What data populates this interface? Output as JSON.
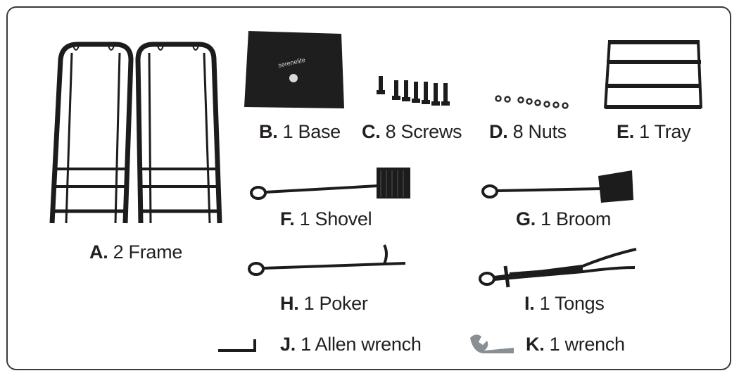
{
  "parts": [
    {
      "letter": "A.",
      "text": "2 Frame"
    },
    {
      "letter": "B.",
      "text": "1 Base"
    },
    {
      "letter": "C.",
      "text": "8 Screws"
    },
    {
      "letter": "D.",
      "text": "8 Nuts"
    },
    {
      "letter": "E.",
      "text": "1 Tray"
    },
    {
      "letter": "F.",
      "text": "1 Shovel"
    },
    {
      "letter": "G.",
      "text": "1 Broom"
    },
    {
      "letter": "H.",
      "text": "1 Poker"
    },
    {
      "letter": "I.",
      "text": "1 Tongs"
    },
    {
      "letter": "J.",
      "text": "1 Allen wrench"
    },
    {
      "letter": "K.",
      "text": "1 wrench"
    }
  ],
  "base_logo": "serenelife",
  "colors": {
    "metal": "#1c1c1c",
    "text": "#231f20",
    "border": "#3a3a3a",
    "wrench": "#8a8f94"
  }
}
